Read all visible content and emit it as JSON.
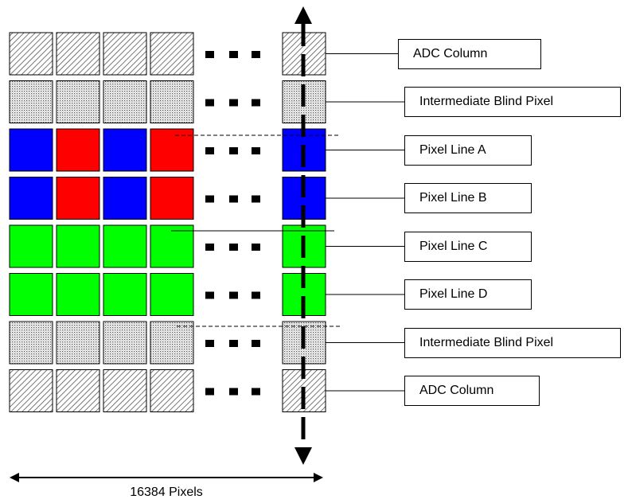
{
  "rows": [
    {
      "label": "ADC Column",
      "pattern": [
        "diag",
        "diag",
        "diag",
        "diag",
        "diag"
      ]
    },
    {
      "label": "Intermediate Blind Pixel",
      "pattern": [
        "dots",
        "dots",
        "dots",
        "dots",
        "dots"
      ]
    },
    {
      "label": "Pixel Line A",
      "pattern": [
        "blue",
        "red",
        "blue",
        "red",
        "blue"
      ]
    },
    {
      "label": "Pixel Line B",
      "pattern": [
        "blue",
        "red",
        "blue",
        "red",
        "blue"
      ]
    },
    {
      "label": "Pixel Line C",
      "pattern": [
        "green",
        "green",
        "green",
        "green",
        "green"
      ]
    },
    {
      "label": "Pixel Line D",
      "pattern": [
        "green",
        "green",
        "green",
        "green",
        "green"
      ]
    },
    {
      "label": "Intermediate Blind Pixel",
      "pattern": [
        "dots",
        "dots",
        "dots",
        "dots",
        "dots"
      ]
    },
    {
      "label": "ADC Column",
      "pattern": [
        "diag",
        "diag",
        "diag",
        "diag",
        "diag"
      ]
    }
  ],
  "width_label": "16384 Pixels",
  "colors": {
    "blue": "#0000ff",
    "red": "#ff0000",
    "green": "#00ff00",
    "outline": "#000000"
  }
}
